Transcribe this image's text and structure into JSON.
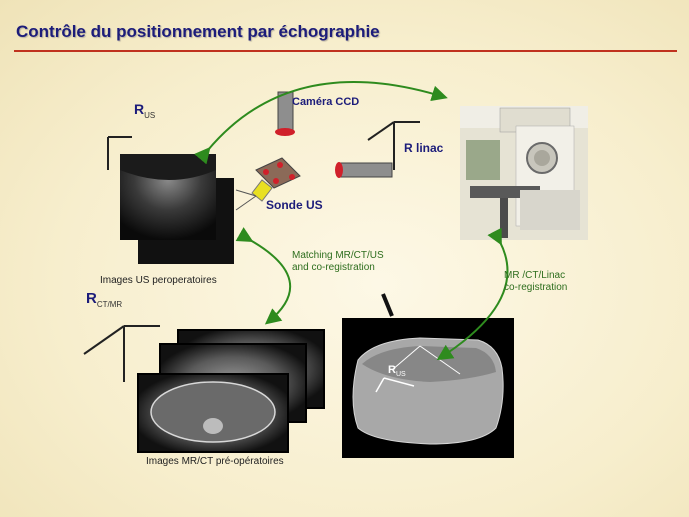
{
  "title": "Contrôle du positionnement par échographie",
  "labels": {
    "r_us_main": "R",
    "r_us_sub": "US",
    "camera_ccd": "Caméra CCD",
    "r_linac": "R linac",
    "sonde_us": "Sonde US",
    "images_us": "Images US peroperatoires",
    "matching": "Matching MR/CT/US",
    "matching2": "and co-registration",
    "r_ctmr_main": "R",
    "r_ctmr_sub": "CT/MR",
    "mr_ct_linac": "MR /CT/Linac",
    "mr_ct_linac2": "co-registration",
    "images_mrct": "Images MR/CT pré-opératoires",
    "r_us_3d": "R",
    "r_us_3d_sub": "US"
  },
  "colors": {
    "title": "#1c1c7a",
    "rule": "#c0321e",
    "arrow": "#2e8b1e",
    "probe": "#e8e022",
    "marker": "#d0202a"
  }
}
